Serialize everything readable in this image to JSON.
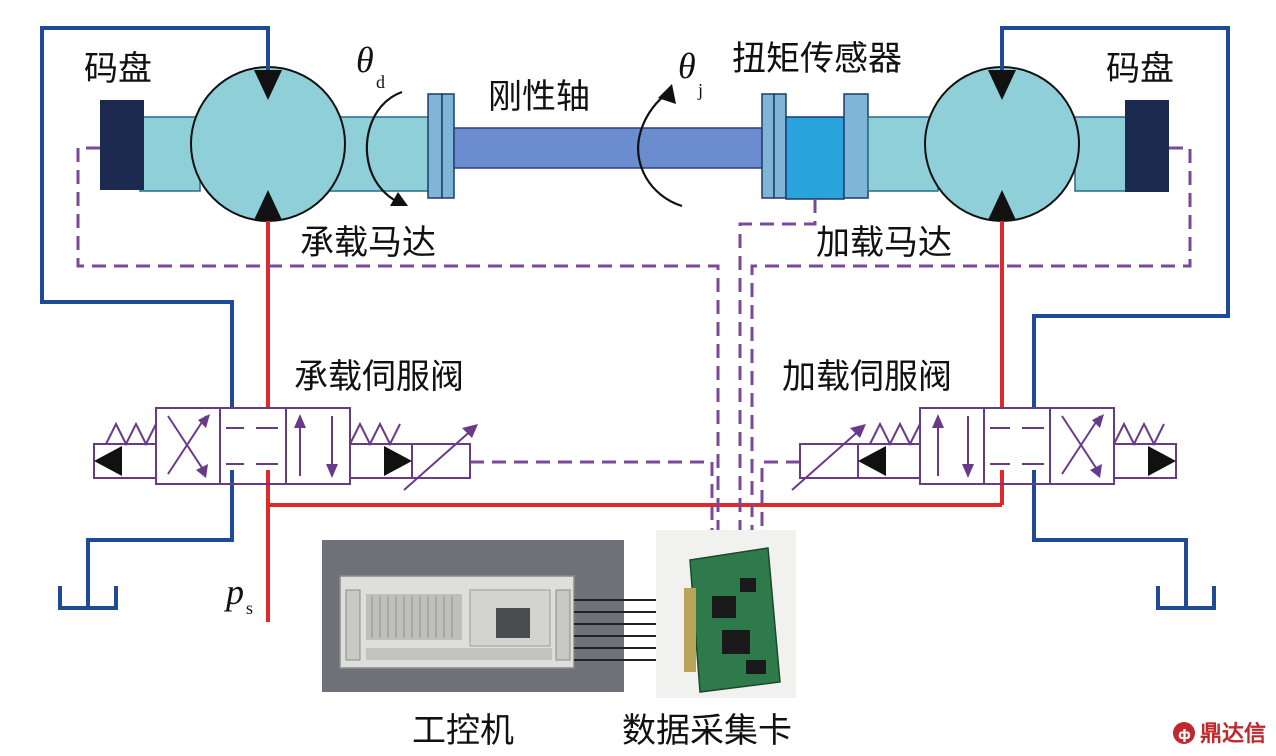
{
  "labels": {
    "encoder_left": "码盘",
    "encoder_right": "码盘",
    "theta_d_symbol": "θ",
    "theta_d_sub": "d",
    "theta_j_symbol": "θ",
    "theta_j_sub": "j",
    "rigid_shaft": "刚性轴",
    "torque_sensor": "扭矩传感器",
    "bearing_motor": "承载马达",
    "loading_motor": "加载马达",
    "bearing_servo_valve": "承载伺服阀",
    "loading_servo_valve": "加载伺服阀",
    "ps_symbol": "p",
    "ps_sub": "s",
    "ipc": "工控机",
    "daq_card": "数据采集卡",
    "watermark": "鼎达信"
  },
  "colors": {
    "hydraulic_return": "#1e4a96",
    "pressure_supply": "#e02a2a",
    "signal_dashed": "#7a4a98",
    "valve_outline": "#6a3a8a",
    "motor_fill": "#8ecfd8",
    "shaft_fill": "#6b8ccf",
    "encoder_fill": "#1b2a4e",
    "sensor_fill": "#29a3dc",
    "watermark": "#c0282c"
  }
}
